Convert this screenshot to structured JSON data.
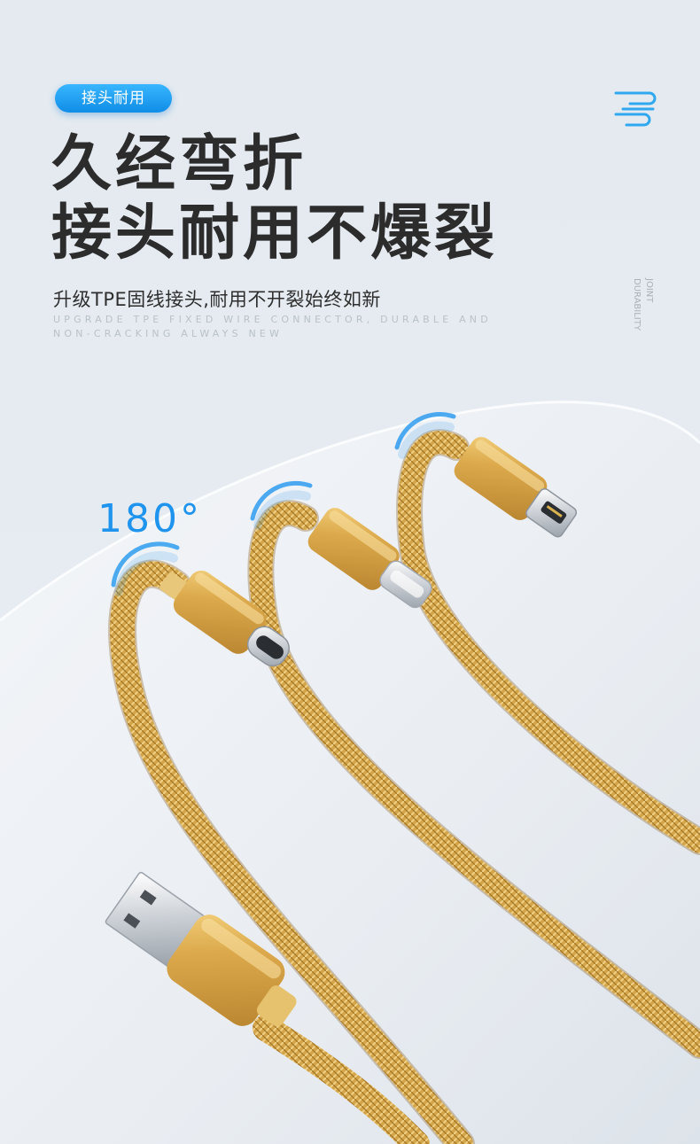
{
  "tag": {
    "label": "接头耐用"
  },
  "headline": {
    "line1": "久经弯折",
    "line2": "接头耐用不爆裂"
  },
  "subtitle": "升级TPE固线接头,耐用不开裂始终如新",
  "english": {
    "line1": "UPGRADE TPE FIXED WIRE CONNECTOR, DURABLE AND",
    "line2": "NON-CRACKING ALWAYS NEW"
  },
  "side_label": {
    "line1": "JOINT",
    "line2": "DURABILITY"
  },
  "bend_angle": "180°",
  "colors": {
    "accent": "#1f94ee",
    "cable_gold": "#d4a64a",
    "background": "#e3e9ef"
  },
  "icons": [
    "speed-lines-icon"
  ]
}
